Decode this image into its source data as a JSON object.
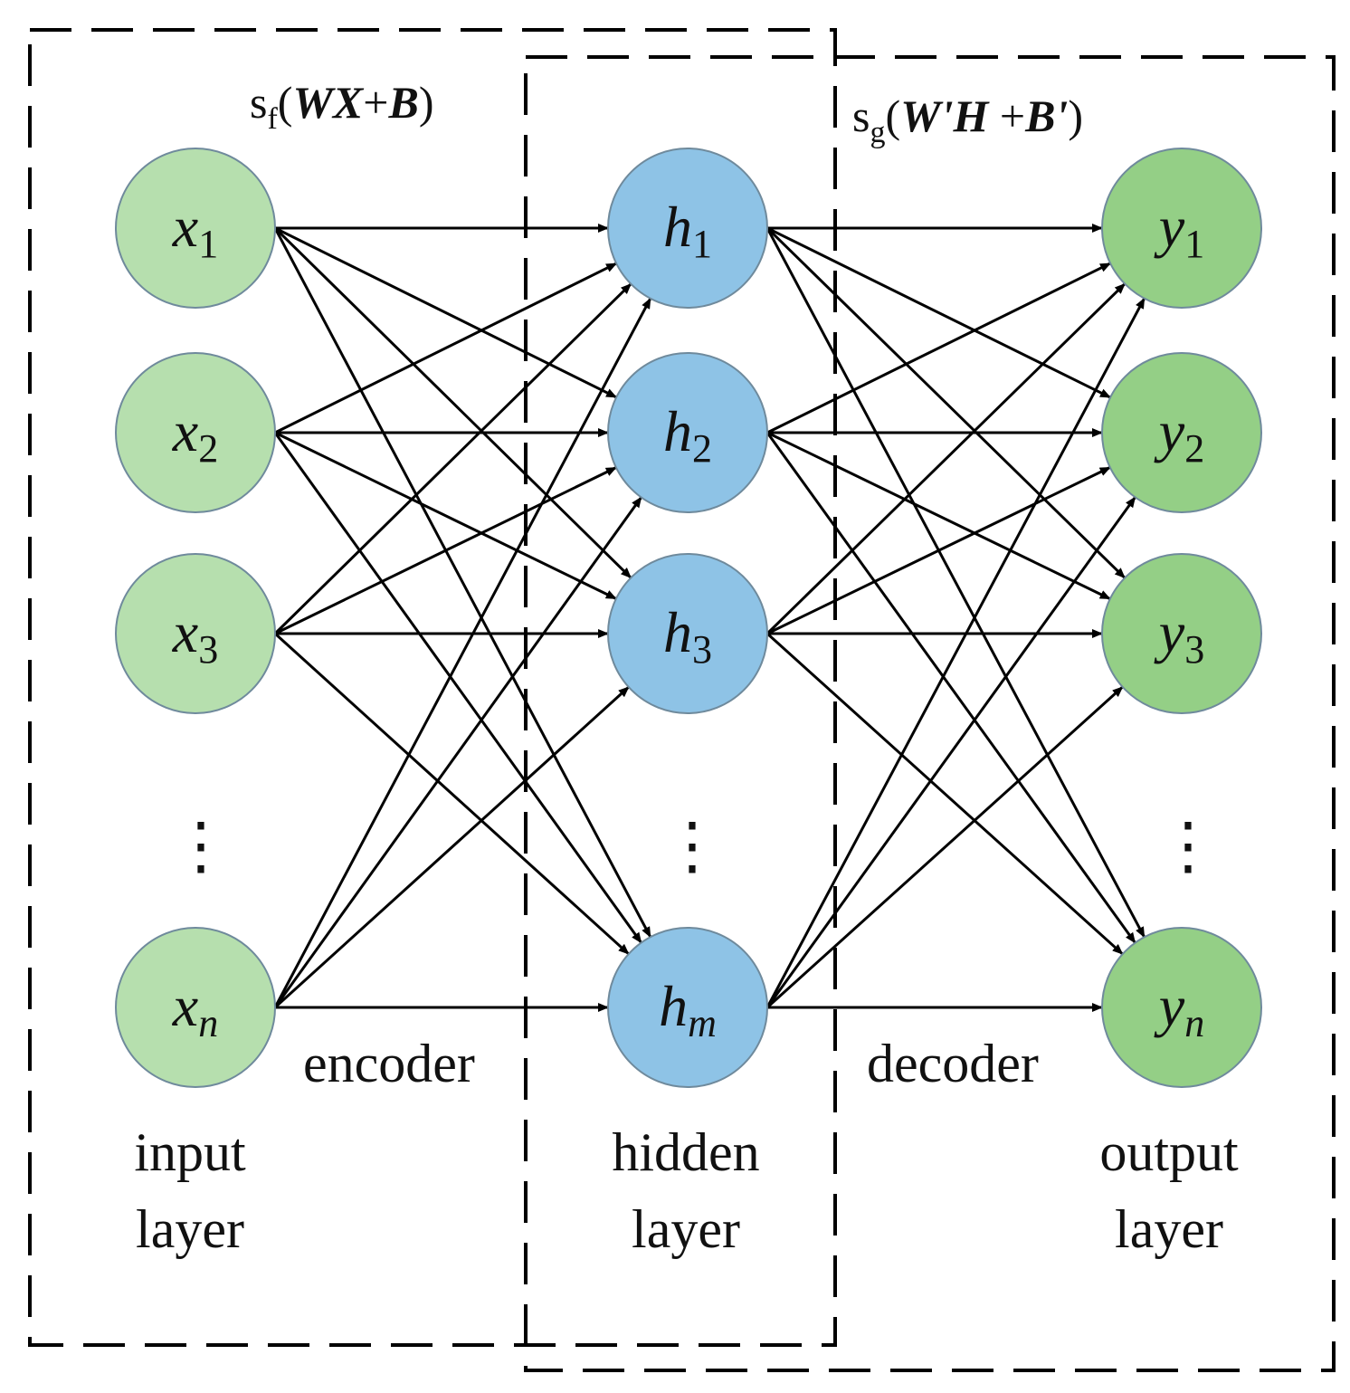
{
  "encoder_formula": {
    "s": "s",
    "sub": "f",
    "open": "(",
    "expr_a": "WX",
    "plus": "+",
    "expr_b": "B",
    "close": ")"
  },
  "decoder_formula": {
    "s": "s",
    "sub": "g",
    "open": "(",
    "expr_a": "W'H",
    "plus": " +",
    "expr_b": "B'",
    "close": ")"
  },
  "edge_labels": {
    "encoder": "encoder",
    "decoder": "decoder"
  },
  "layers": [
    {
      "id": "input",
      "caption_line1": "input",
      "caption_line2": "layer",
      "color": "#b6dfae",
      "nodes": [
        {
          "var": "x",
          "sub": "1"
        },
        {
          "var": "x",
          "sub": "2"
        },
        {
          "var": "x",
          "sub": "3"
        },
        {
          "var": "x",
          "sub": "n"
        }
      ]
    },
    {
      "id": "hidden",
      "caption_line1": "hidden",
      "caption_line2": "layer",
      "color": "#8ec3e6",
      "nodes": [
        {
          "var": "h",
          "sub": "1"
        },
        {
          "var": "h",
          "sub": "2"
        },
        {
          "var": "h",
          "sub": "3"
        },
        {
          "var": "h",
          "sub": "m"
        }
      ]
    },
    {
      "id": "output",
      "caption_line1": "output",
      "caption_line2": "layer",
      "color": "#94cf86",
      "nodes": [
        {
          "var": "y",
          "sub": "1"
        },
        {
          "var": "y",
          "sub": "2"
        },
        {
          "var": "y",
          "sub": "3"
        },
        {
          "var": "y",
          "sub": "n"
        }
      ]
    }
  ],
  "ellipsis": "⋮"
}
